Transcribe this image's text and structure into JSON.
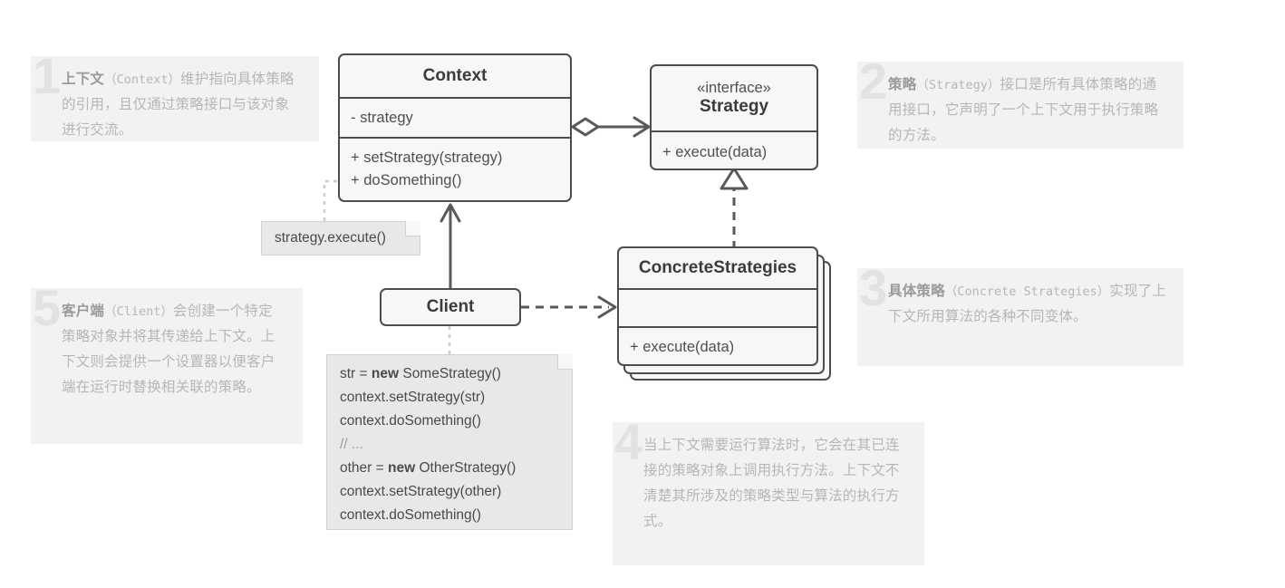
{
  "diagram": {
    "title": "Strategy Pattern UML Diagram",
    "colors": {
      "stroke": "#4d4d4d",
      "box_fill": "#f7f7f7",
      "note_fill": "#f2f2f2",
      "code_fill": "#e8e8e8",
      "annotation_text": "#b6b6b6",
      "number_glyph": "#e2e2e2"
    }
  },
  "classes": {
    "context": {
      "name": "Context",
      "fields": [
        "- strategy"
      ],
      "methods": [
        "+ setStrategy(strategy)",
        "+ doSomething()"
      ]
    },
    "strategy": {
      "stereotype": "«interface»",
      "name": "Strategy",
      "methods": [
        "+ execute(data)"
      ]
    },
    "concrete_strategies": {
      "name": "ConcreteStrategies",
      "fields": [
        ""
      ],
      "methods": [
        "+ execute(data)"
      ]
    },
    "client": {
      "name": "Client"
    }
  },
  "notes": {
    "strategy_call": "strategy.execute()",
    "client_code": [
      {
        "text": "str = ",
        "bold": "new",
        "tail": " SomeStrategy()"
      },
      {
        "text": "context.setStrategy(str)"
      },
      {
        "text": "context.doSomething()"
      },
      {
        "text": "// ...",
        "comment": true
      },
      {
        "text": "other = ",
        "bold": "new",
        "tail": " OtherStrategy()"
      },
      {
        "text": "context.setStrategy(other)"
      },
      {
        "text": "context.doSomething()"
      }
    ]
  },
  "annotations": [
    {
      "number": "1",
      "lead": "上下文",
      "en": "（Context）",
      "body": "维护指向具体策略的引用，且仅通过策略接口与该对象进行交流。"
    },
    {
      "number": "2",
      "lead": "策略",
      "en": "（Strategy）",
      "body": "接口是所有具体策略的通用接口，它声明了一个上下文用于执行策略的方法。"
    },
    {
      "number": "3",
      "lead": "具体策略",
      "en": "（Concrete Strategies）",
      "body": "实现了上下文所用算法的各种不同变体。"
    },
    {
      "number": "4",
      "lead": "",
      "en": "",
      "body": "当上下文需要运行算法时，它会在其已连接的策略对象上调用执行方法。上下文不清楚其所涉及的策略类型与算法的执行方式。"
    },
    {
      "number": "5",
      "lead": "客户端",
      "en": "（Client）",
      "body": "会创建一个特定策略对象并将其传递给上下文。上下文则会提供一个设置器以便客户端在运行时替换相关联的策略。"
    }
  ],
  "relations": [
    {
      "name": "context-aggregates-strategy",
      "type": "aggregation",
      "from": "Context",
      "to": "Strategy"
    },
    {
      "name": "concrete-implements-strategy",
      "type": "realization",
      "from": "ConcreteStrategies",
      "to": "Strategy"
    },
    {
      "name": "client-uses-context",
      "type": "association",
      "from": "Client",
      "to": "Context"
    },
    {
      "name": "client-creates-concrete",
      "type": "dependency",
      "from": "Client",
      "to": "ConcreteStrategies"
    }
  ]
}
